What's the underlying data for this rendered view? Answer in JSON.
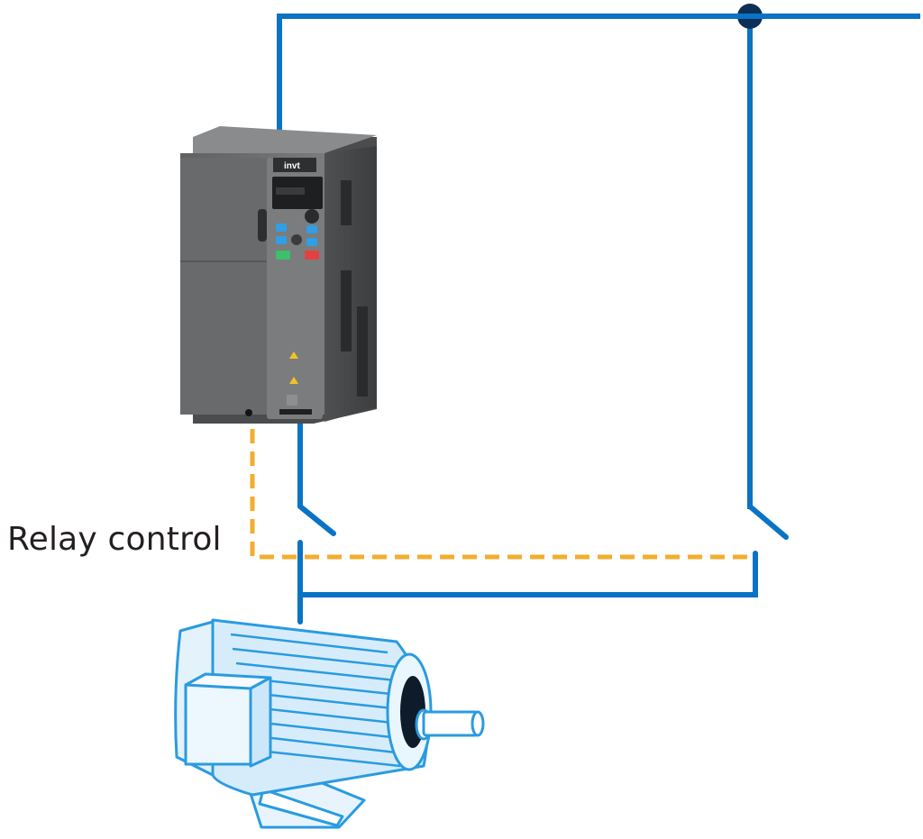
{
  "diagram": {
    "relay_label": "Relay control",
    "brand_logo": "invt",
    "colors": {
      "power_line": "#0a73c4",
      "control_line": "#f2ae2e",
      "drive_body": "#6f7072",
      "motor_stroke": "#2a9be0",
      "motor_fill": "#d6ecfb",
      "junction": "#0d2f55"
    },
    "nodes": [
      {
        "name": "power-supply-line",
        "kind": "wire"
      },
      {
        "name": "frequency-inverter",
        "kind": "device"
      },
      {
        "name": "bypass-relay-contact",
        "kind": "switch"
      },
      {
        "name": "inverter-output-contact",
        "kind": "switch"
      },
      {
        "name": "motor",
        "kind": "device"
      }
    ],
    "icons": [
      "warning-icon",
      "motor-icon",
      "inverter-keypad-icon"
    ]
  }
}
